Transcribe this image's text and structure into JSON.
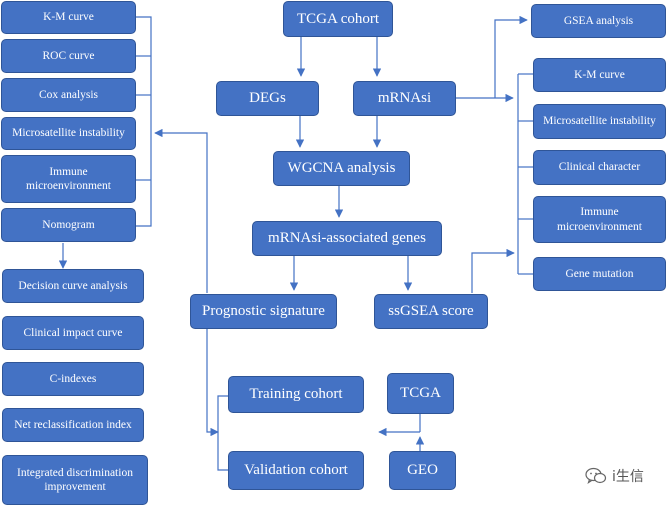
{
  "left_column": {
    "km_curve": "K-M curve",
    "roc_curve": "ROC curve",
    "cox_analysis": "Cox analysis",
    "microsatellite_instability": "Microsatellite instability",
    "immune_microenvironment": "Immune microenvironment",
    "nomogram": "Nomogram",
    "decision_curve_analysis": "Decision curve analysis",
    "clinical_impact_curve": "Clinical impact curve",
    "c_indexes": "C-indexes",
    "net_reclassification_index": "Net reclassification index",
    "integrated_discrimination_improvement": "Integrated discrimination improvement"
  },
  "center": {
    "tcga_cohort": "TCGA cohort",
    "degs": "DEGs",
    "mrnasi": "mRNAsi",
    "wgcna_analysis": "WGCNA analysis",
    "mrnasi_associated_genes": "mRNAsi-associated genes",
    "prognostic_signature": "Prognostic signature",
    "ssgsea_score": "ssGSEA score",
    "training_cohort": "Training cohort",
    "validation_cohort": "Validation cohort",
    "tcga": "TCGA",
    "geo": "GEO"
  },
  "right_column": {
    "gsea_analysis": "GSEA analysis",
    "km_curve": "K-M curve",
    "microsatellite_instability": "Microsatellite instability",
    "clinical_character": "Clinical character",
    "immune_microenvironment": "Immune microenvironment",
    "gene_mutation": "Gene mutation"
  },
  "watermark": {
    "text": "i生信"
  },
  "colors": {
    "box_fill": "#4472c4",
    "box_border": "#2f5597",
    "connector": "#4472c4"
  }
}
